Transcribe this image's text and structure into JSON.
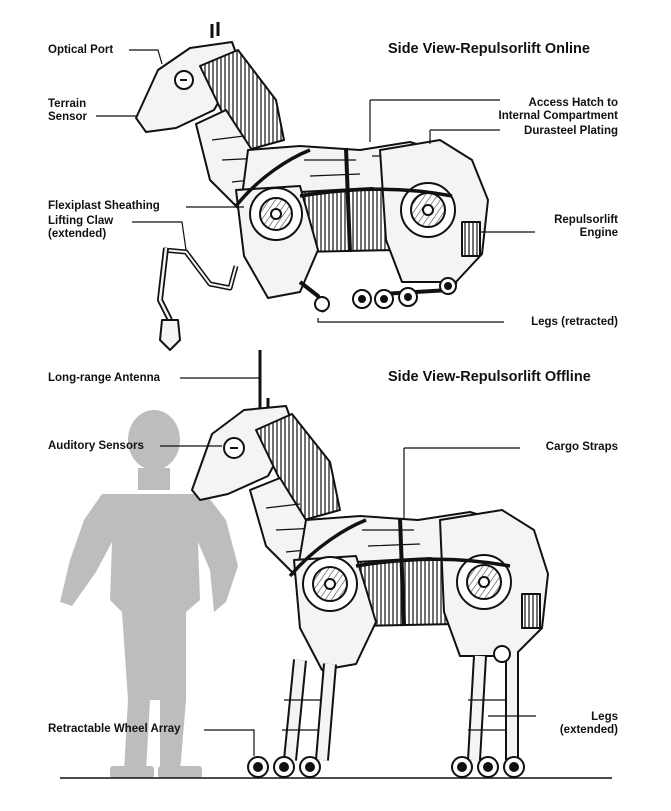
{
  "colors": {
    "ink": "#111111",
    "silhouette": "#bdbdbd",
    "panel": "#f4f4f4",
    "shade": "#555555",
    "dark": "#222222"
  },
  "online": {
    "title": "Side View-Repulsorlift Online",
    "labels": {
      "optical_port": "Optical Port",
      "terrain_sensor": "Terrain\nSensor",
      "access_hatch": "Access Hatch to\nInternal Compartment",
      "durasteel": "Durasteel Plating",
      "flexiplast": "Flexiplast Sheathing",
      "lifting_claw": "Lifting Claw\n(extended)",
      "repulsorlift": "Repulsorlift\nEngine",
      "legs_retracted": "Legs (retracted)"
    }
  },
  "offline": {
    "title": "Side View-Repulsorlift Offline",
    "labels": {
      "antenna": "Long-range Antenna",
      "auditory": "Auditory Sensors",
      "cargo_straps": "Cargo Straps",
      "wheel_array": "Retractable Wheel Array",
      "legs_extended": "Legs\n(extended)"
    }
  },
  "icons": [
    "droid-silhouette",
    "wheel-icon",
    "repulsor-disc-icon"
  ]
}
